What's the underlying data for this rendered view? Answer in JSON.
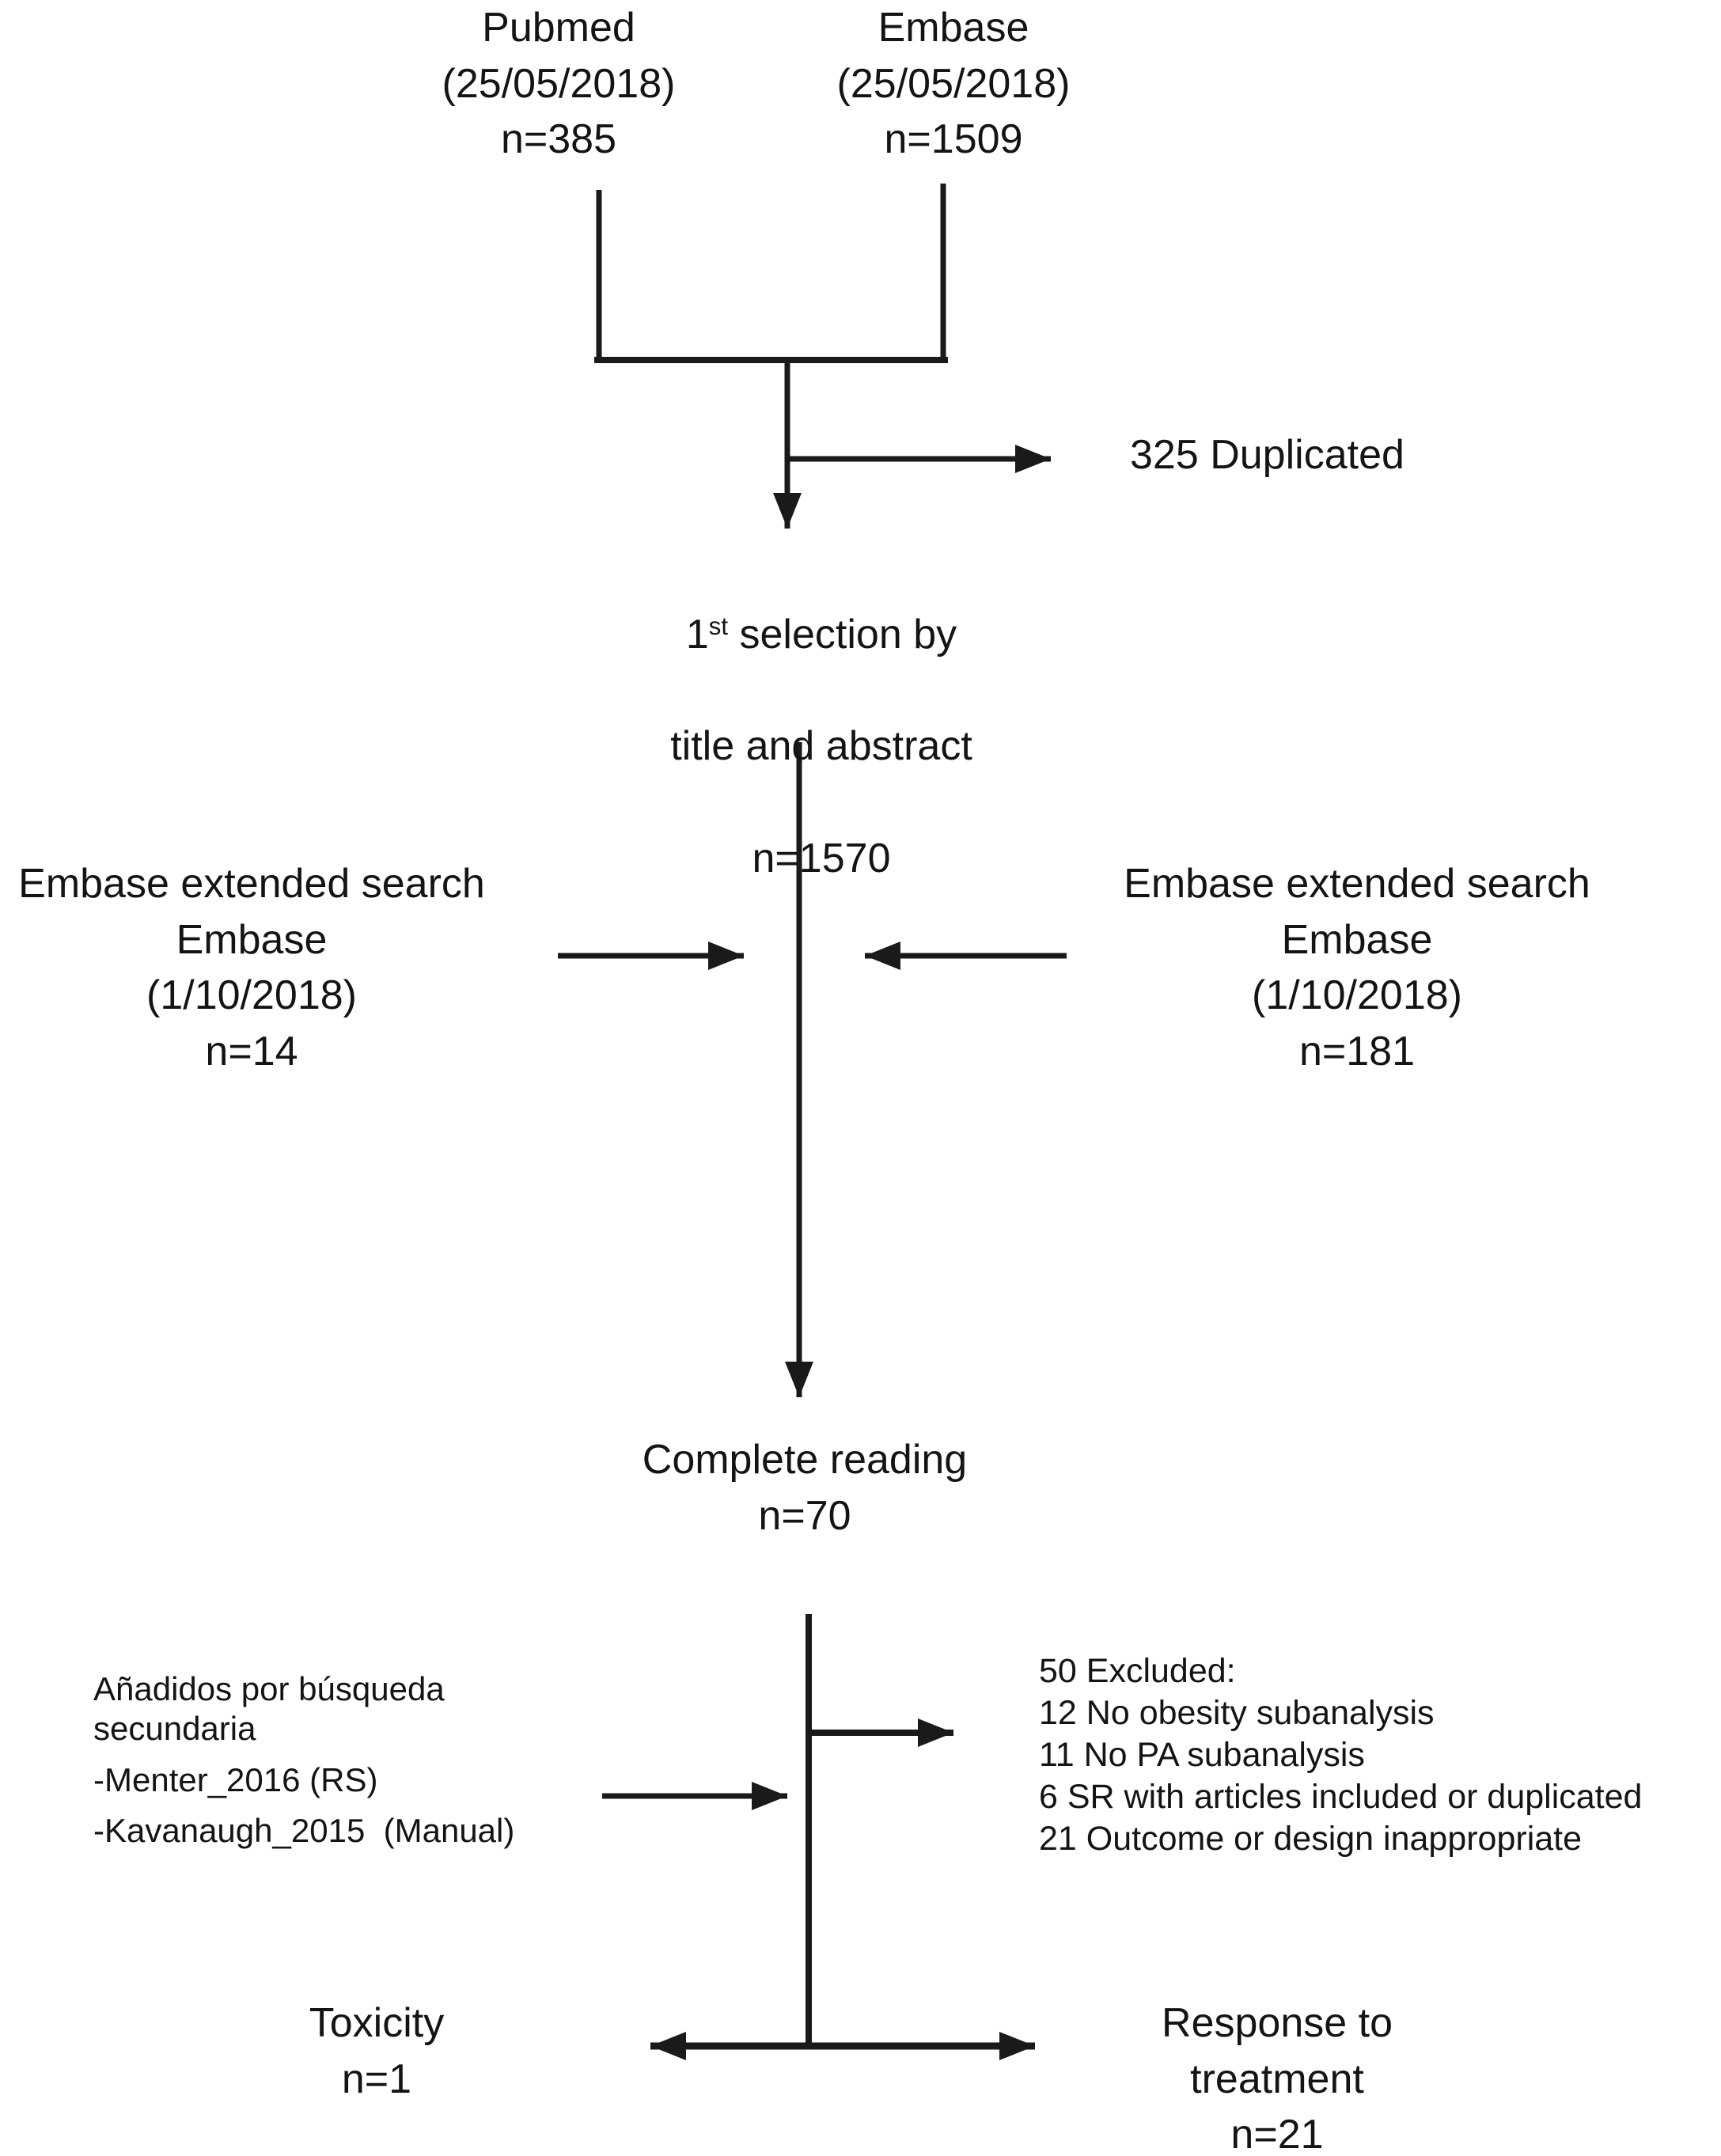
{
  "figure": {
    "background_color": "#ffffff",
    "line_color": "#1a1a1a",
    "text_color": "#141414"
  },
  "nodes": {
    "pubmed": {
      "text": "Pubmed\n(25/05/2018)\nn=385"
    },
    "embase": {
      "text": "Embase\n(25/05/2018)\nn=1509"
    },
    "duplicated": {
      "text": "325 Duplicated"
    },
    "selection": {
      "num": "1",
      "sup": "st",
      "rest": " selection by",
      "line2": "title and abstract",
      "line3": "n=1570"
    },
    "embase_ext_left": {
      "text": "Embase extended search\nEmbase\n(1/10/2018)\nn=14"
    },
    "embase_ext_right": {
      "text": "Embase extended search\nEmbase\n(1/10/2018)\nn=181"
    },
    "complete_reading": {
      "text": "Complete reading\nn=70"
    },
    "secondary_search": {
      "title": "Añadidos por búsqueda\nsecundaria",
      "items": [
        "-Menter_2016 (RS)",
        "-Kavanaugh_2015  (Manual)"
      ]
    },
    "excluded": {
      "lines": [
        "50 Excluded:",
        "12 No obesity subanalysis",
        "11 No PA subanalysis",
        "6 SR with articles included or duplicated",
        "21 Outcome or design inappropriate"
      ]
    },
    "toxicity": {
      "text": "Toxicity\nn=1"
    },
    "response": {
      "text": "Response to\ntreatment\nn=21"
    }
  }
}
